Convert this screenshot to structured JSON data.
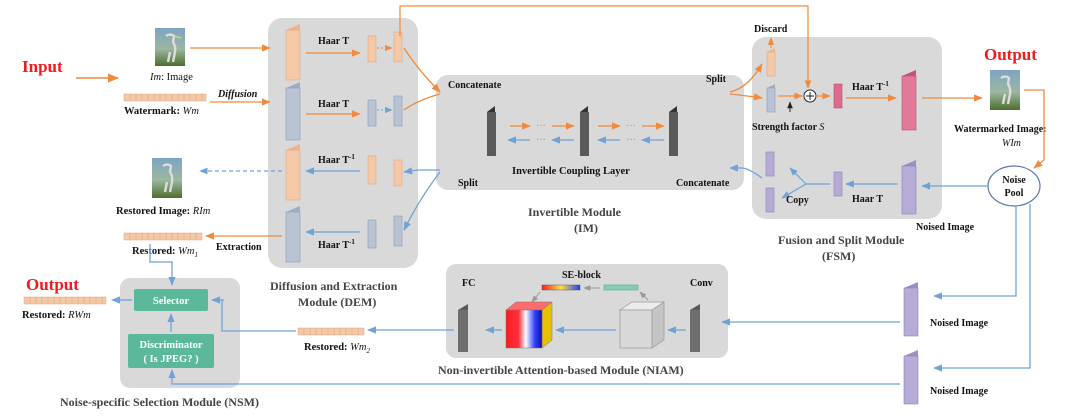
{
  "colors": {
    "orange": "#f08a3c",
    "blue": "#6fa3d8",
    "red": "#ee1c1c",
    "module_bg": "#d9d9d9",
    "nsm_green": "#5cb89a",
    "peach": "#f3c9a8",
    "slate": "#b8c4d4",
    "lavender": "#b7acd6",
    "pink": "#dd6b8b",
    "dark": "#5a5a5a"
  },
  "io": {
    "input": "Input",
    "output_top": "Output",
    "output_left": "Output"
  },
  "inputs": {
    "image_prefix": "Im",
    "image_suffix": ": Image",
    "diffusion": "Diffusion",
    "watermark_prefix": "Watermark: ",
    "watermark_var": "Wm"
  },
  "dem": {
    "haar": "Haar T",
    "haar_inv": "Haar T",
    "inv_sup": "-1",
    "title1": "Diffusion and Extraction",
    "title2": "Module (DEM)",
    "extraction": "Extraction",
    "restored_image_prefix": "Restored Image: ",
    "restored_image_var": "RIm",
    "restored_wm1_prefix": "Restored: ",
    "restored_wm1_var": "Wm",
    "restored_wm1_sub": "1"
  },
  "im": {
    "concatenate_top": "Concatenate",
    "split_top": "Split",
    "split_bottom": "Split",
    "concatenate_bottom": "Concatenate",
    "coupling": "Invertible Coupling Layer",
    "dots": "···",
    "title1": "Invertible Module",
    "title2": "(IM)"
  },
  "fsm": {
    "discard": "Discard",
    "haar_inv": "Haar T",
    "inv_sup": "-1",
    "strength": "Strength factor ",
    "strength_var": "S",
    "copy": "Copy",
    "haar": "Haar T",
    "title1": "Fusion and Split Module",
    "title2": "(FSM)",
    "watermarked1": "Watermarked Image:",
    "watermarked2": "WIm",
    "noised": "Noised Image",
    "noise_pool1": "Noise",
    "noise_pool2": "Pool"
  },
  "niam": {
    "se_block": "SE-block",
    "fc": "FC",
    "conv": "Conv",
    "title": "Non-invertible Attention-based Module (NIAM)",
    "restored_wm2_prefix": "Restored: ",
    "restored_wm2_var": "Wm",
    "restored_wm2_sub": "2",
    "noised_top": "Noised Image",
    "noised_bottom": "Noised Image"
  },
  "nsm": {
    "selector": "Selector",
    "discriminator": "Discriminator",
    "is_jpeg": "( Is JPEG? )",
    "title": "Noise-specific Selection Module (NSM)",
    "restored_prefix": "Restored: ",
    "restored_var": "RWm"
  }
}
